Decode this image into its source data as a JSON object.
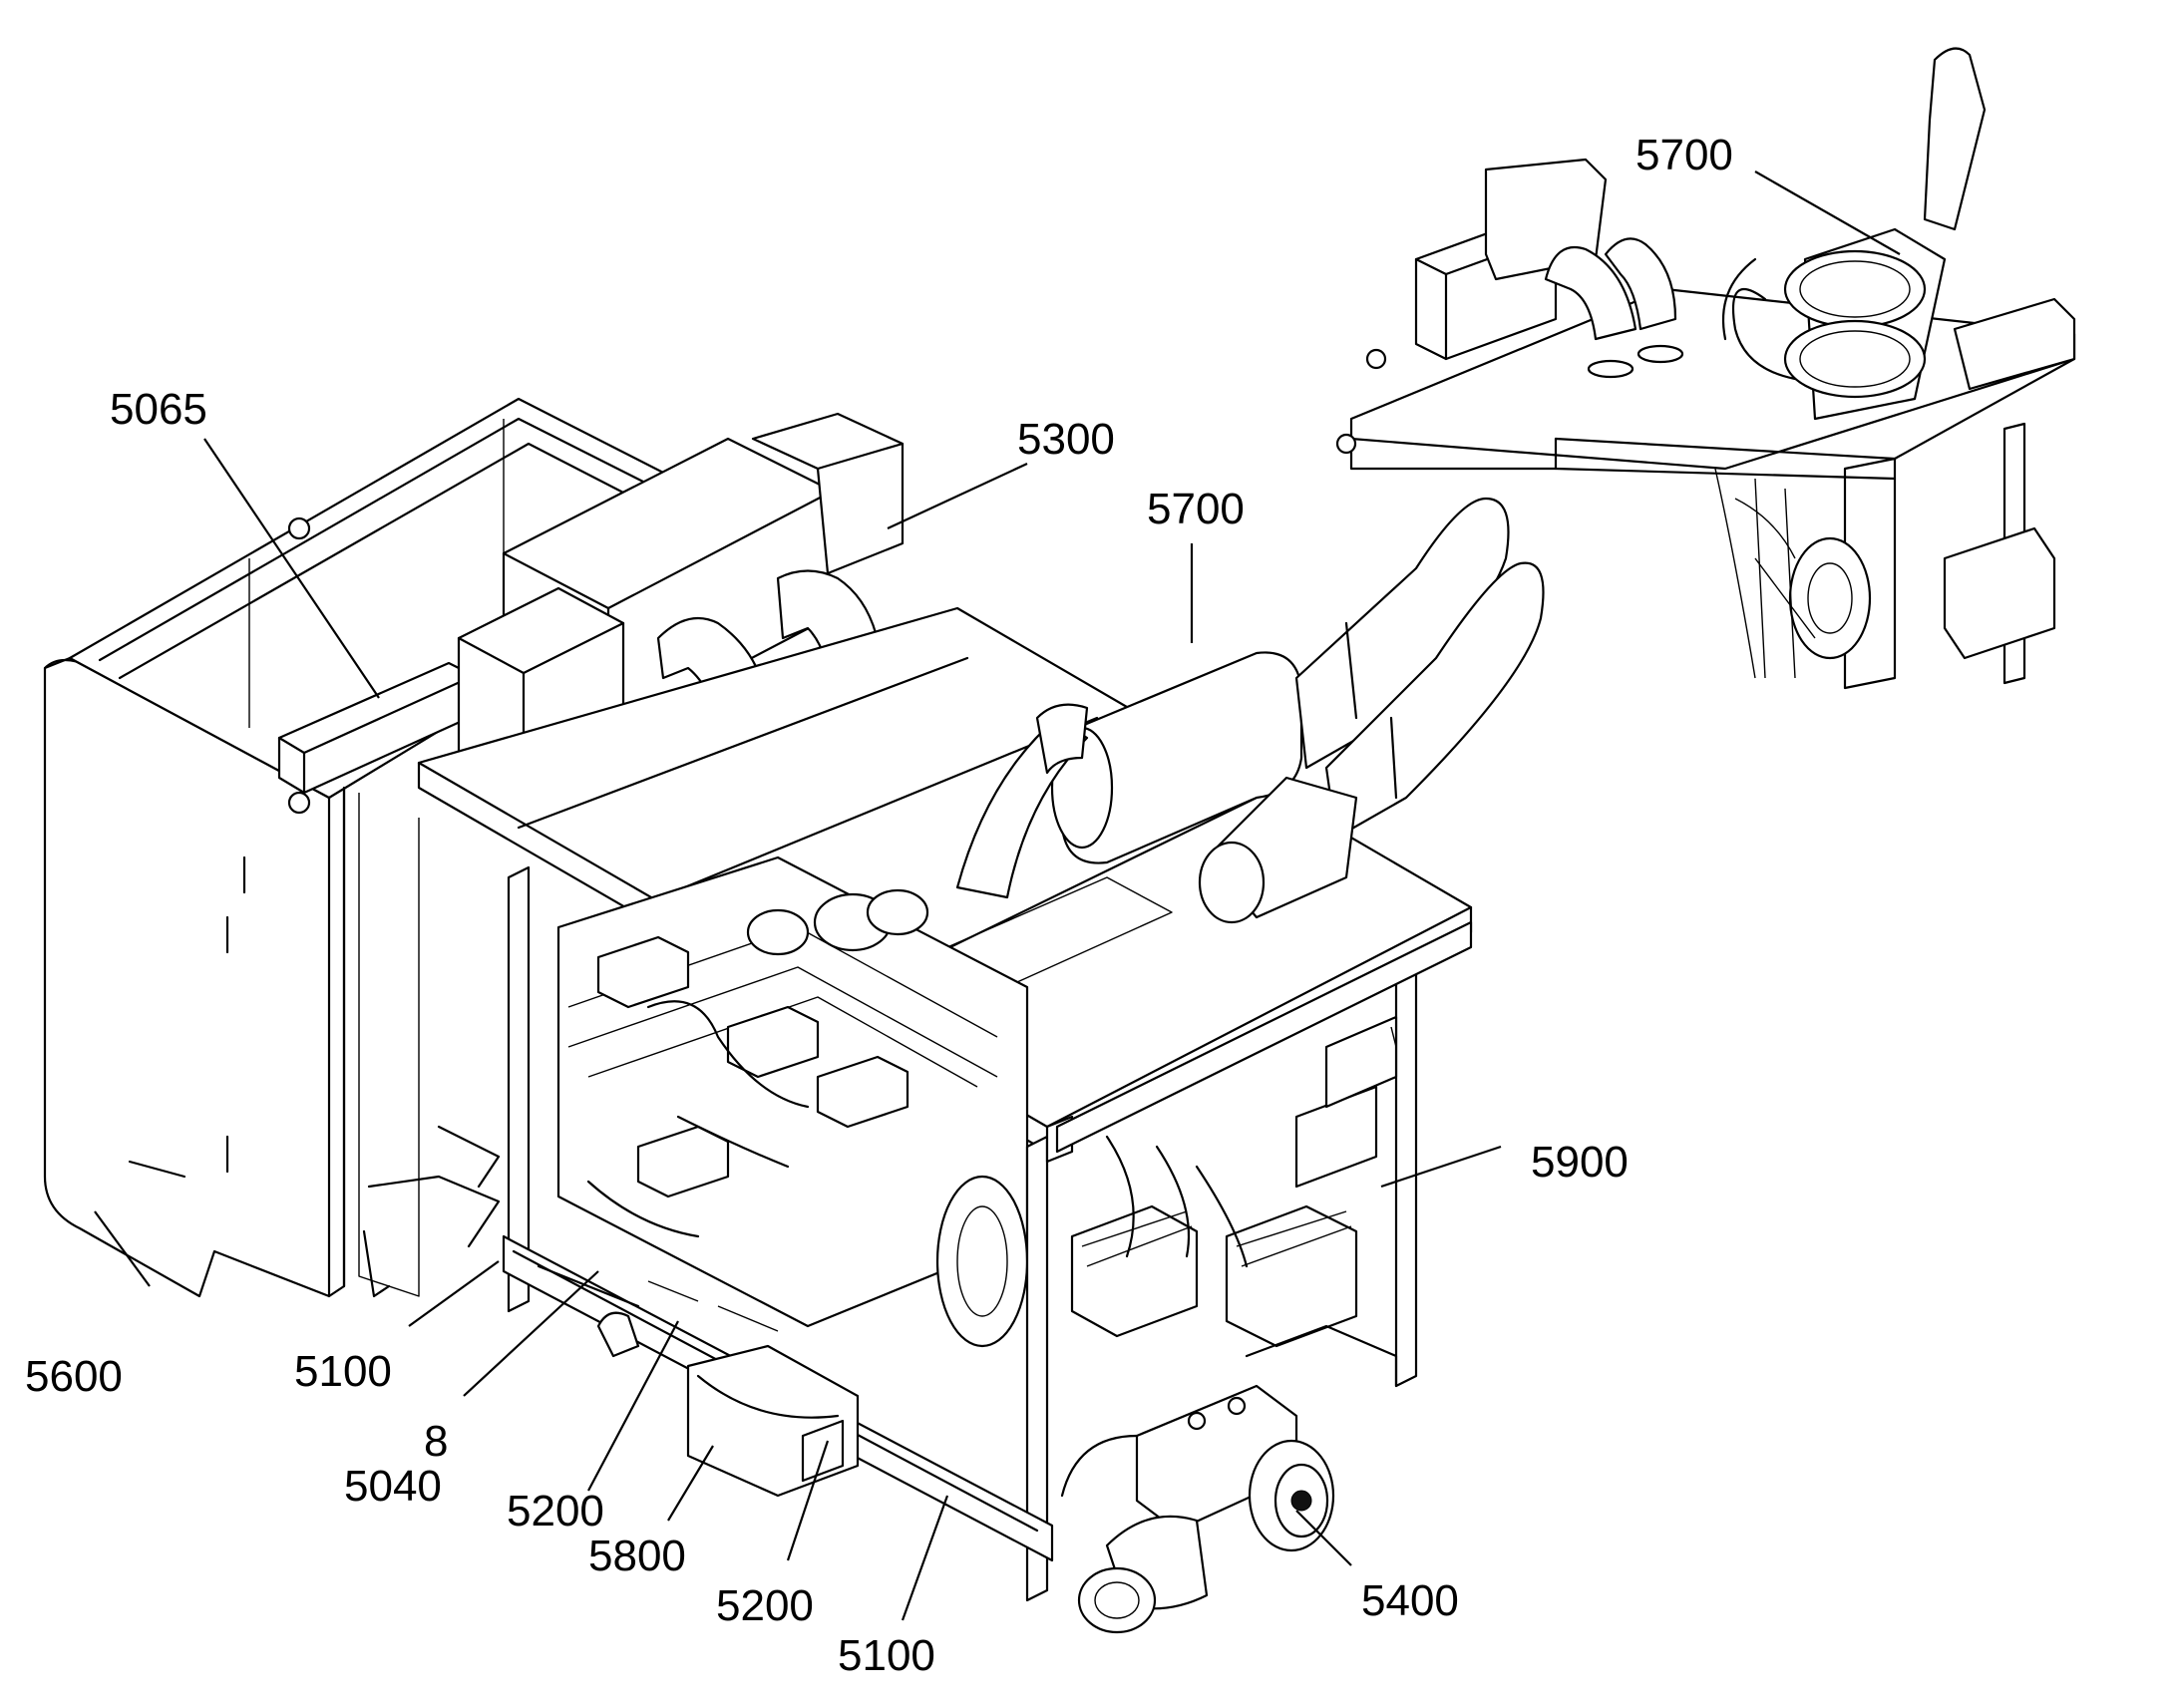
{
  "labels": {
    "l5065": "5065",
    "l5300": "5300",
    "l5700_main": "5700",
    "l5700_inset": "5700",
    "l5900": "5900",
    "l5600": "5600",
    "l5100_left": "5100",
    "l8": "8",
    "l5040": "5040",
    "l5200_left": "5200",
    "l5800": "5800",
    "l5200_bottom": "5200",
    "l5100_bottom": "5100",
    "l5400": "5400"
  }
}
